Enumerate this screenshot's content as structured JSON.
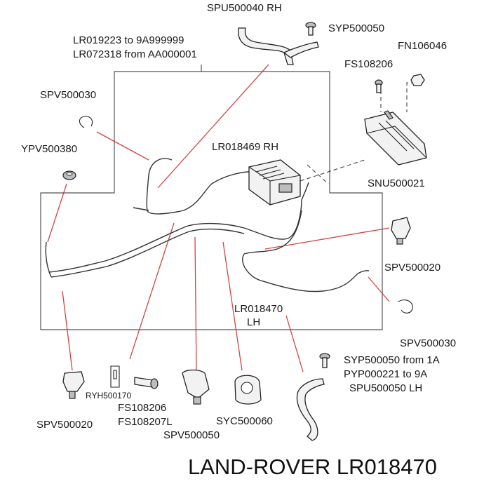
{
  "parts": {
    "spu500040_rh": "SPU500040 RH",
    "syp500050": "SYP500050",
    "lr019223": "LR019223 to 9A999999",
    "lr072318": "LR072318 from AA000001",
    "fn106046": "FN106046",
    "fs108206_top": "FS108206",
    "spv500030_top": "SPV500030",
    "ypv500380": "YPV500380",
    "lr018469_rh": "LR018469 RH",
    "snu500021": "SNU500021",
    "spv500020_right": "SPV500020",
    "lr018470": "LR018470",
    "lh": "LH",
    "spv500030_bottom": "SPV500030",
    "syp500050_from": "SYP500050 from 1A",
    "pyp000221": "PYP000221 to 9A",
    "spu500050_lh": "SPU500050 LH",
    "ryh500170": "RYH500170",
    "fs108206_bottom": "FS108206",
    "fs108207l": "FS108207L",
    "syc500060": "SYC500060",
    "spv500050": "SPV500050",
    "spv500020_left": "SPV500020"
  },
  "footer": {
    "brand_part": "LAND-ROVER LR018470"
  },
  "colors": {
    "leader": "#cc2222",
    "line": "#333333",
    "text": "#1a1a1a"
  }
}
